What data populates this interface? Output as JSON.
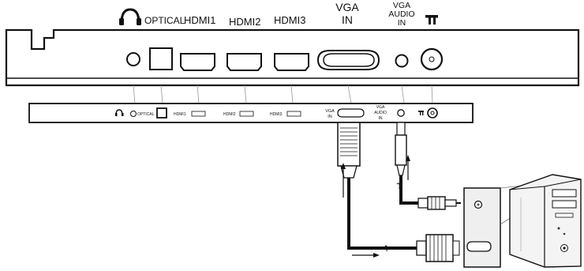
{
  "top_labels": {
    "optical": "OPTICAL",
    "hdmi1": "HDMI1",
    "hdmi2": "HDMI2",
    "hdmi3": "HDMI3",
    "vga_line1": "VGA",
    "vga_line2": "IN",
    "vga_audio_line1": "VGA",
    "vga_audio_line2": "AUDIO",
    "vga_audio_line3": "IN"
  },
  "strip_labels": {
    "optical": "OPTICAL",
    "hdmi1": "HDMI1",
    "hdmi2": "HDMI2",
    "hdmi3": "HDMI3",
    "vga_line1": "VGA",
    "vga_line2": "IN",
    "vga_audio_line1": "VGA",
    "vga_audio_line2": "AUDIO",
    "vga_audio_line3": "IN"
  },
  "icons": [
    "headphone-icon",
    "antenna-icon",
    "arrow-up-icon",
    "arrow-right-icon"
  ],
  "colors": {
    "line": "#111111",
    "panel_fill": "#ffffff",
    "pc_fill": "#f2f2f2"
  }
}
